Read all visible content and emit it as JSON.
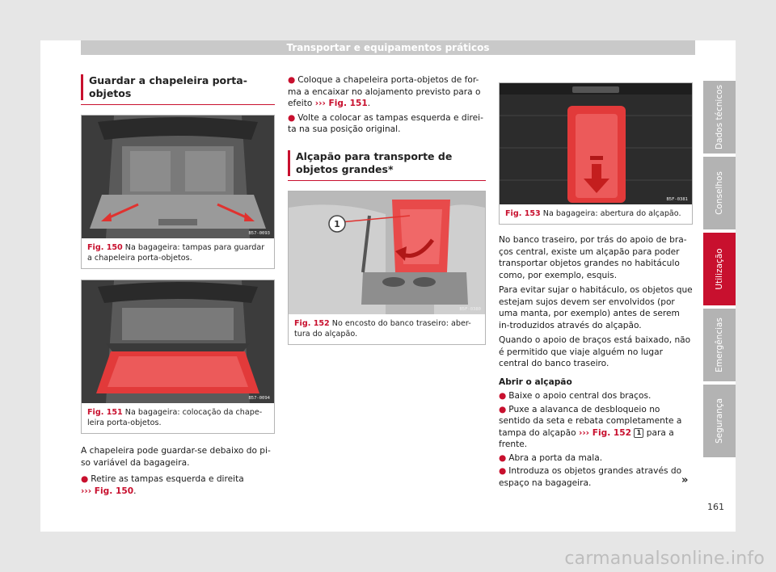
{
  "header": {
    "title": "Transportar e equipamentos práticos"
  },
  "section1": {
    "title": "Guardar a chapeleira porta-objetos"
  },
  "fig150": {
    "code": "B57-0093",
    "label": "Fig. 150",
    "caption": "Na bagageira: tampas para guardar a chapeleira porta-objetos."
  },
  "fig151": {
    "code": "B57-0094",
    "label": "Fig. 151",
    "caption": "Na bagageira: colocação da chape-leira porta-objetos."
  },
  "col1": {
    "para": "A chapeleira pode guardar-se debaixo do pi-so variável da bagageira.",
    "bullet1": "Retire as tampas esquerda e direita",
    "bullet1_ref": "››› Fig. 150",
    "bullet1_end": "."
  },
  "col2": {
    "bullet1": "Coloque a chapeleira porta-objetos de for-ma a encaixar no alojamento previsto para o efeito",
    "bullet1_ref": "››› Fig. 151",
    "bullet1_end": ".",
    "bullet2": "Volte a colocar as tampas esquerda e direi-ta na sua posição original."
  },
  "section2": {
    "title": "Alçapão para transporte de objetos grandes*"
  },
  "fig152": {
    "code": "B5F-0380",
    "label": "Fig. 152",
    "caption": "No encosto do banco traseiro: aber-tura do alçapão.",
    "callout": "1"
  },
  "fig153": {
    "code": "B5F-0381",
    "label": "Fig. 153",
    "caption": "Na bagageira: abertura do alçapão."
  },
  "col3": {
    "para1": "No banco traseiro, por trás do apoio de bra-ços central, existe um alçapão para poder transportar objetos grandes no habitáculo como, por exemplo, esquis.",
    "para2": "Para evitar sujar o habitáculo, os objetos que estejam sujos devem ser envolvidos (por uma manta, por exemplo) antes de serem in-troduzidos através do alçapão.",
    "para3": "Quando o apoio de braços está baixado, não é permitido que viaje alguém no lugar central do banco traseiro.",
    "subhead": "Abrir o alçapão",
    "b1": "Baixe o apoio central dos braços.",
    "b2": "Puxe a alavanca de desbloqueio no sentido da seta e rebata completamente a tampa do alçapão",
    "b2_ref": "››› Fig. 152",
    "b2_badge": "1",
    "b2_end": "para a frente.",
    "b3": "Abra a porta da mala.",
    "b4": "Introduza os objetos grandes através do espaço na bagageira.",
    "cont": "»"
  },
  "tabs": [
    "Dados técnicos",
    "Conselhos",
    "Utilização",
    "Emergências",
    "Segurança"
  ],
  "page_number": "161",
  "watermark": "carmanualsonline.info",
  "colors": {
    "accent": "#c8102e",
    "tab": "#b3b3b3",
    "header": "#c9c9c9"
  }
}
